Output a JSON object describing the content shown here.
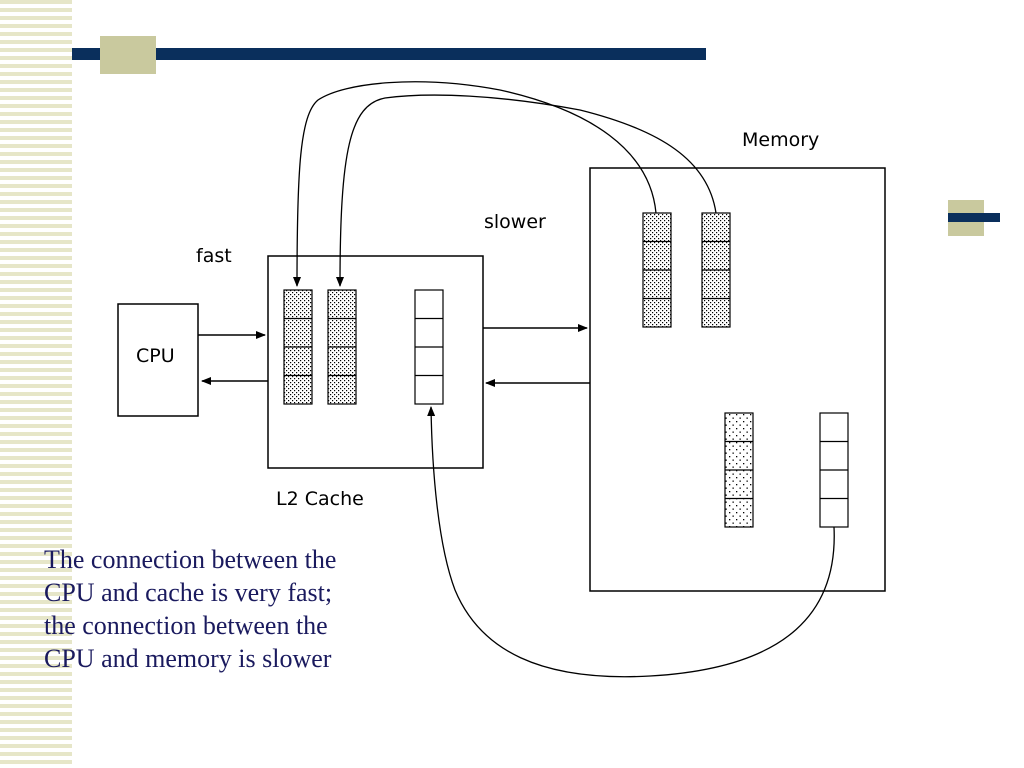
{
  "diagram": {
    "labels": {
      "memory": "Memory",
      "slower": "slower",
      "fast": "fast",
      "cpu": "CPU",
      "l2_cache": "L2 Cache"
    }
  },
  "caption": {
    "lines": [
      "The connection between the",
      "CPU and cache is very fast;",
      "the connection between the",
      "CPU and memory is slower"
    ]
  },
  "colors": {
    "accent_navy": "#0a2f5c",
    "accent_khaki": "#c9c99e",
    "stripe": "#e6e6c8",
    "caption_text": "#1a1a5e"
  }
}
